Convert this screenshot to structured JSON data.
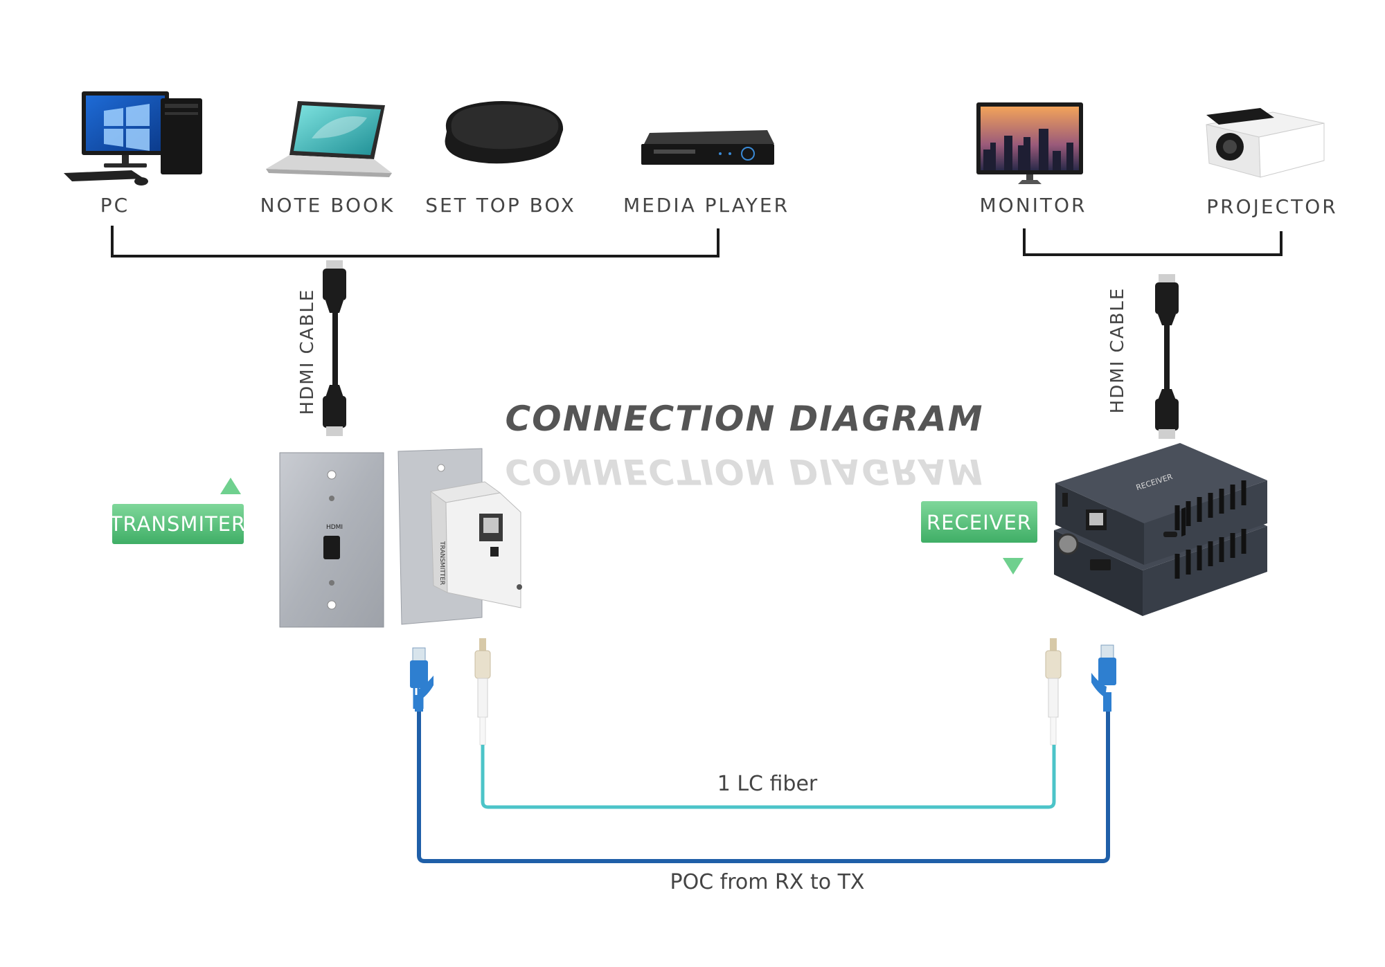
{
  "diagram": {
    "title": "CONNECTION DIAGRAM",
    "sources": [
      {
        "label": "PC",
        "icon": "pc-icon"
      },
      {
        "label": "NOTE BOOK",
        "icon": "notebook-icon"
      },
      {
        "label": "SET TOP BOX",
        "icon": "set-top-box-icon"
      },
      {
        "label": "MEDIA PLAYER",
        "icon": "media-player-icon"
      }
    ],
    "displays": [
      {
        "label": "MONITOR",
        "icon": "monitor-icon"
      },
      {
        "label": "PROJECTOR",
        "icon": "projector-icon"
      }
    ],
    "cables": {
      "hdmi_left": "HDMI CABLE",
      "hdmi_right": "HDMI CABLE",
      "fiber": "1 LC fiber",
      "poc": "POC from RX to TX"
    },
    "devices": {
      "transmitter": "TRANSMITER",
      "receiver": "RECEIVER",
      "wall_plate_port": "HDMI",
      "tx_side_label": "TRANSMITTER",
      "rx_top_label": "RECEIVER"
    },
    "colors": {
      "text": "#444444",
      "line": "#1a1a1a",
      "badge": "#5cc480",
      "fiber": "#4cc4c8",
      "poc": "#1f5fa8",
      "rj45": "#2e7fd0"
    }
  }
}
